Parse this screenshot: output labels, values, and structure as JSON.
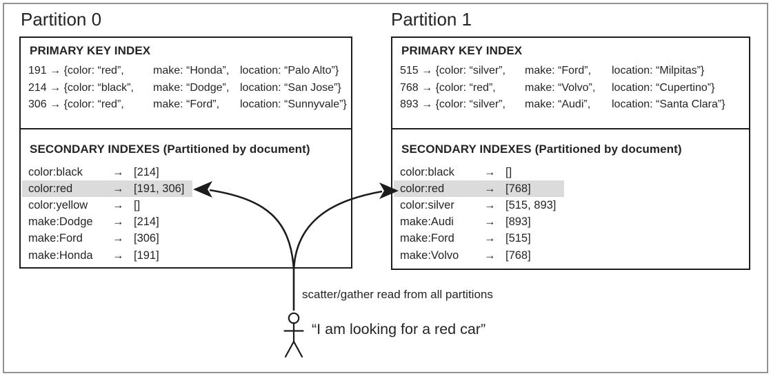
{
  "partitions": [
    {
      "title": "Partition 0",
      "primary_header": "PRIMARY KEY INDEX",
      "secondary_header": "SECONDARY INDEXES (Partitioned by document)",
      "primary_rows": [
        {
          "key": "191 → {color: “red”,",
          "make": "make: “Honda”,",
          "location": "location: “Palo Alto”}"
        },
        {
          "key": "214 → {color: “black”,",
          "make": "make: “Dodge”,",
          "location": "location: “San Jose”}"
        },
        {
          "key": "306 → {color: “red”,",
          "make": "make: “Ford”,",
          "location": "location: “Sunnyvale”}"
        }
      ],
      "secondary_rows": [
        {
          "key": "color:black",
          "arrow": "→",
          "value": "[214]",
          "highlighted": false
        },
        {
          "key": "color:red",
          "arrow": "→",
          "value": "[191, 306]",
          "highlighted": true
        },
        {
          "key": "color:yellow",
          "arrow": "→",
          "value": "[]",
          "highlighted": false
        },
        {
          "key": "make:Dodge",
          "arrow": "→",
          "value": "[214]",
          "highlighted": false
        },
        {
          "key": "make:Ford",
          "arrow": "→",
          "value": "[306]",
          "highlighted": false
        },
        {
          "key": "make:Honda",
          "arrow": "→",
          "value": "[191]",
          "highlighted": false
        }
      ]
    },
    {
      "title": "Partition 1",
      "primary_header": "PRIMARY KEY INDEX",
      "secondary_header": "SECONDARY INDEXES (Partitioned by document)",
      "primary_rows": [
        {
          "key": "515 → {color: “silver”,",
          "make": "make: “Ford”,",
          "location": "location: “Milpitas”}"
        },
        {
          "key": "768 → {color: “red”,",
          "make": "make: “Volvo”,",
          "location": "location: “Cupertino”}"
        },
        {
          "key": "893 → {color: “silver”,",
          "make": "make: “Audi”,",
          "location": "location: “Santa Clara”}"
        }
      ],
      "secondary_rows": [
        {
          "key": "color:black",
          "arrow": "→",
          "value": "[]",
          "highlighted": false
        },
        {
          "key": "color:red",
          "arrow": "→",
          "value": "[768]",
          "highlighted": true
        },
        {
          "key": "color:silver",
          "arrow": "→",
          "value": "[515, 893]",
          "highlighted": false
        },
        {
          "key": "make:Audi",
          "arrow": "→",
          "value": "[893]",
          "highlighted": false
        },
        {
          "key": "make:Ford",
          "arrow": "→",
          "value": "[515]",
          "highlighted": false
        },
        {
          "key": "make:Volvo",
          "arrow": "→",
          "value": "[768]",
          "highlighted": false
        }
      ]
    }
  ],
  "annotations": {
    "scatter_gather_label": "scatter/gather read from all partitions",
    "user_query": "“I am looking for a red car”"
  },
  "icons": {
    "person": "stick-figure-person",
    "left_arrow": "curved-arrow-to-partition-0",
    "right_arrow": "curved-arrow-to-partition-1"
  },
  "colors": {
    "highlight": "#dbdbdb",
    "line": "#1c1c1c",
    "text": "#272324",
    "outer-border": "#919191"
  }
}
